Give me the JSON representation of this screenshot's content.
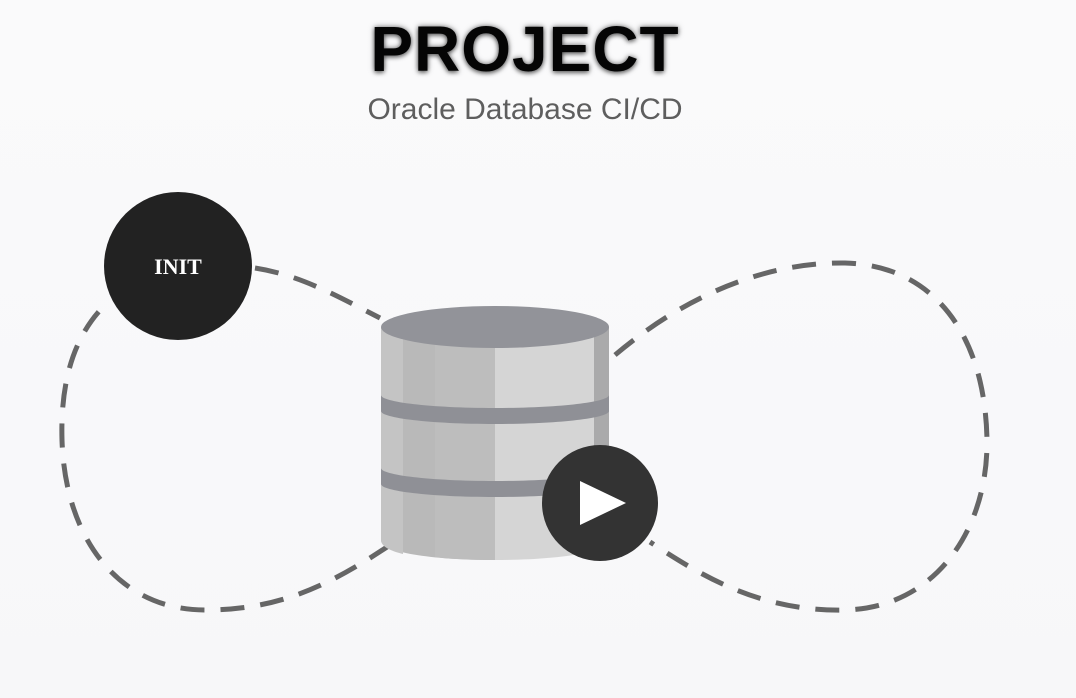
{
  "header": {
    "title": "PROJECT",
    "subtitle": "Oracle Database CI/CD"
  },
  "diagram": {
    "start_node": {
      "label": "INIT",
      "color": "#222222"
    },
    "run_node": {
      "icon": "play-icon",
      "color": "#333333"
    },
    "center": {
      "icon": "database-icon",
      "colors": {
        "top": "#929399",
        "body_left": "#b8b8b8",
        "body_right": "#d6d6d6",
        "band": "#8f9096"
      }
    },
    "loop": {
      "style": "dashed",
      "color": "#666666",
      "shape": "infinity"
    }
  }
}
